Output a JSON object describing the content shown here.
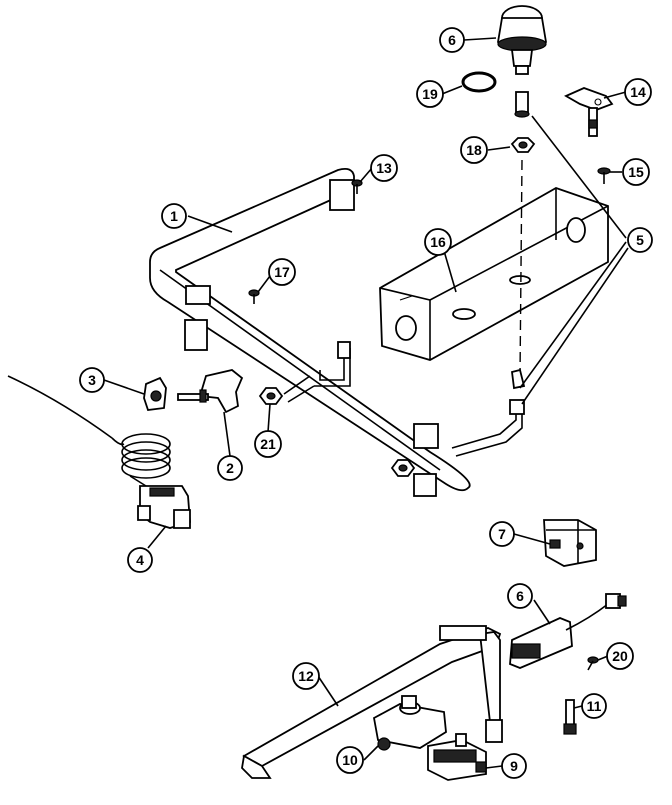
{
  "diagram": {
    "callouts": [
      {
        "id": "c1",
        "label": "1"
      },
      {
        "id": "c2",
        "label": "2"
      },
      {
        "id": "c3",
        "label": "3"
      },
      {
        "id": "c4",
        "label": "4"
      },
      {
        "id": "c5",
        "label": "5"
      },
      {
        "id": "c6a",
        "label": "6"
      },
      {
        "id": "c6b",
        "label": "6"
      },
      {
        "id": "c7",
        "label": "7"
      },
      {
        "id": "c9",
        "label": "9"
      },
      {
        "id": "c10",
        "label": "10"
      },
      {
        "id": "c11",
        "label": "11"
      },
      {
        "id": "c12",
        "label": "12"
      },
      {
        "id": "c13",
        "label": "13"
      },
      {
        "id": "c14",
        "label": "14"
      },
      {
        "id": "c15",
        "label": "15"
      },
      {
        "id": "c16",
        "label": "16"
      },
      {
        "id": "c17",
        "label": "17"
      },
      {
        "id": "c18",
        "label": "18"
      },
      {
        "id": "c19",
        "label": "19"
      },
      {
        "id": "c20",
        "label": "20"
      },
      {
        "id": "c21",
        "label": "21"
      }
    ]
  }
}
